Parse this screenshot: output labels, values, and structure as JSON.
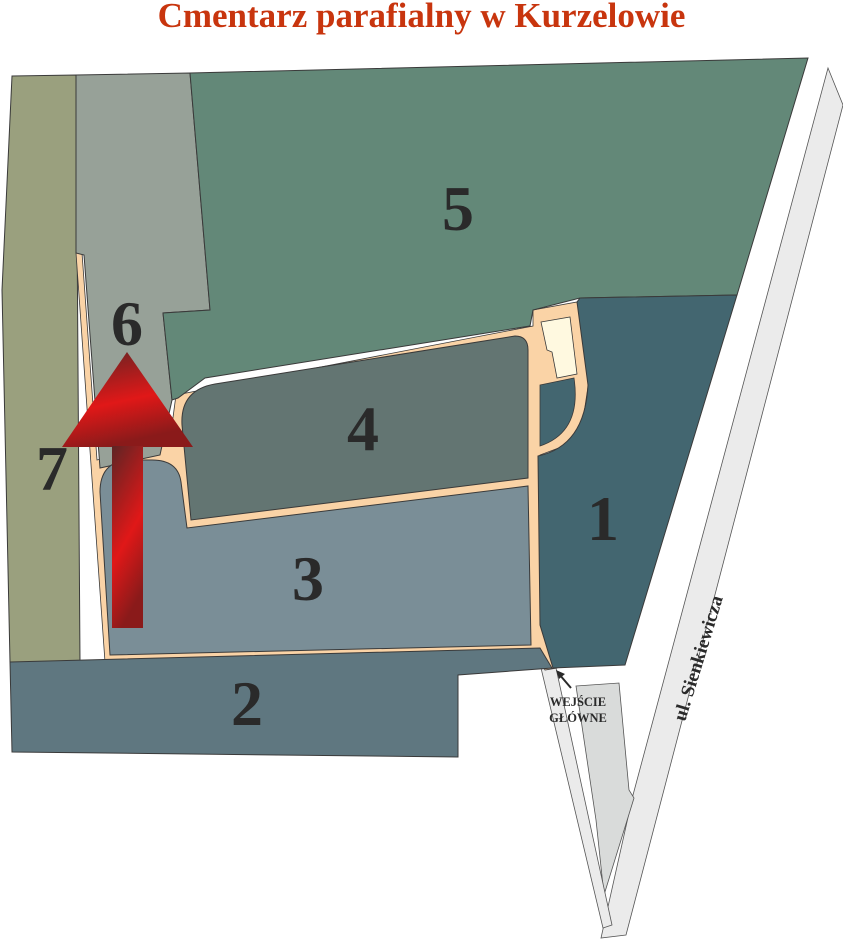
{
  "title": "Cmentarz parafialny w Kurzelowie",
  "sections": [
    {
      "label": "1",
      "color": "#436670"
    },
    {
      "label": "2",
      "color": "#5F7780"
    },
    {
      "label": "3",
      "color": "#7A8E97"
    },
    {
      "label": "4",
      "color": "#637572"
    },
    {
      "label": "5",
      "color": "#638878"
    },
    {
      "label": "6",
      "color": "#97A198"
    },
    {
      "label": "7",
      "color": "#9AA07E"
    }
  ],
  "entrance": {
    "line1": "WEJŚCIE",
    "line2": "GŁÓWNE"
  },
  "street": "ul. Sienkiewicza",
  "colors": {
    "path": "#FAD3A6",
    "building": "#FFF9E0",
    "road": "#EBEBEB",
    "lot": "#D9DBDA",
    "title": "#C8350E"
  },
  "marker": {
    "icon": "north-arrow-icon"
  }
}
